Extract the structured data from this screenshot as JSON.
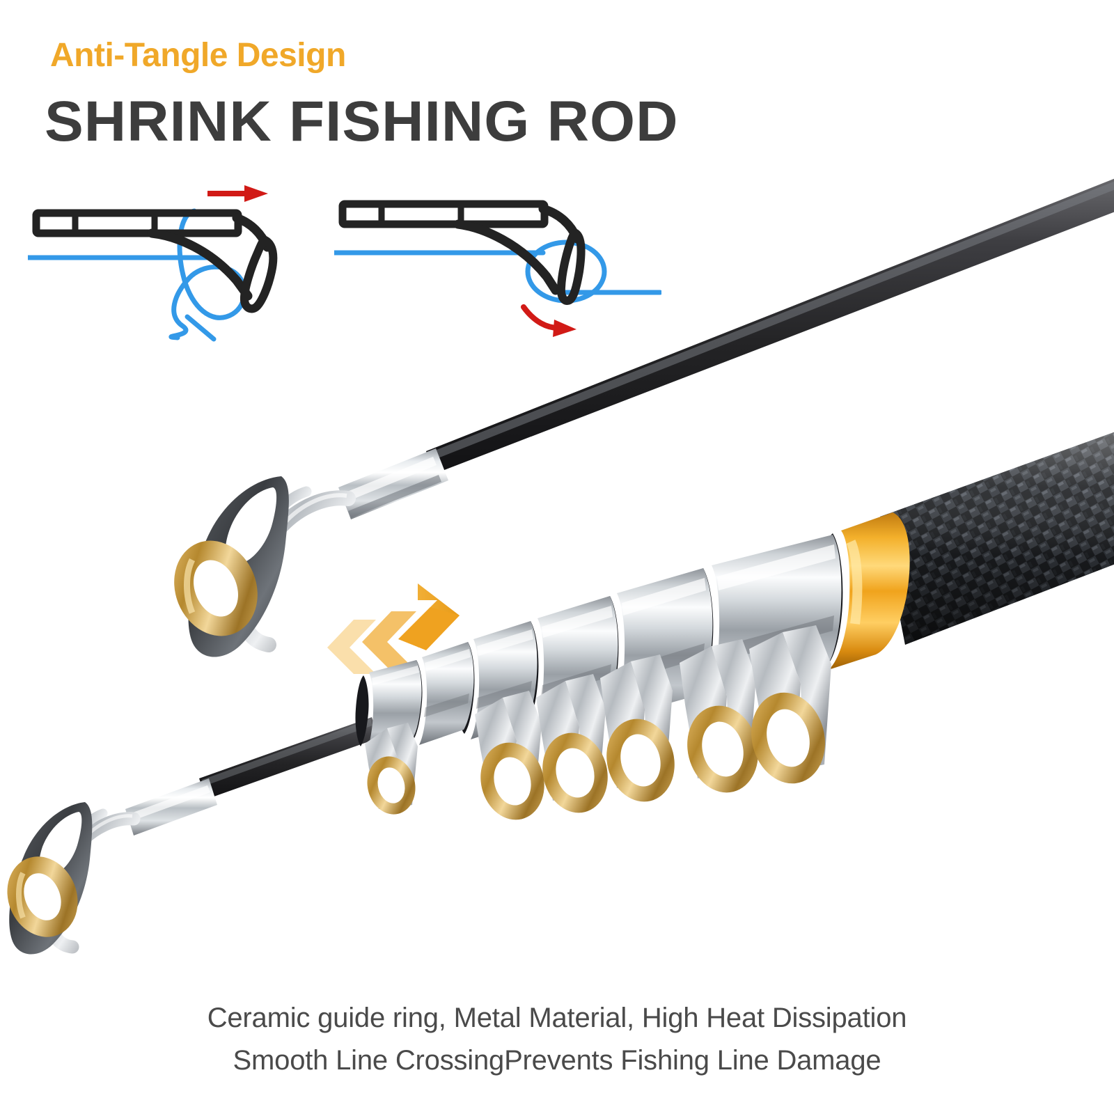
{
  "header": {
    "eyebrow": "Anti-Tangle Design",
    "title": "SHRINK FISHING ROD"
  },
  "diagrams": {
    "tangle": {
      "name": "line-tangle-diagram",
      "rod_label": "rod-tip-with-guide",
      "line_label": "fishing-line-tangled-loop",
      "arrow_label": "red-straight-arrow-right",
      "arrow_direction": "right"
    },
    "release": {
      "name": "line-release-diagram",
      "rod_label": "rod-tip-with-guide",
      "line_label": "fishing-line-sliding-free",
      "arrow_label": "red-curved-arrow",
      "arrow_direction": "curve-right"
    }
  },
  "product": {
    "extended_rod_label": "extended-rod-tip-section",
    "collapsed_rod_label": "collapsed-telescopic-rod",
    "transition_arrow_label": "orange-chevron-arrow",
    "tip_guide_label": "ceramic-tip-top-guide",
    "guide_count": 6,
    "telescopic_section_count": 6,
    "handle_label": "carbon-fiber-handle",
    "ferrule_label": "gold-anodized-collar"
  },
  "caption": {
    "line1": "Ceramic guide ring, Metal Material, High Heat Dissipation",
    "line2": "Smooth Line CrossingPrevents Fishing Line Damage"
  },
  "colors": {
    "accent_orange": "#F0A829",
    "title_gray": "#3D3D3D",
    "caption_gray": "#4A4A4A",
    "diagram_blue": "#3399E8",
    "diagram_red": "#D11A16",
    "diagram_black": "#232323",
    "gold_ring": "#C99A3C",
    "chrome": "#C8CCD0",
    "background": "#FFFFFF"
  }
}
